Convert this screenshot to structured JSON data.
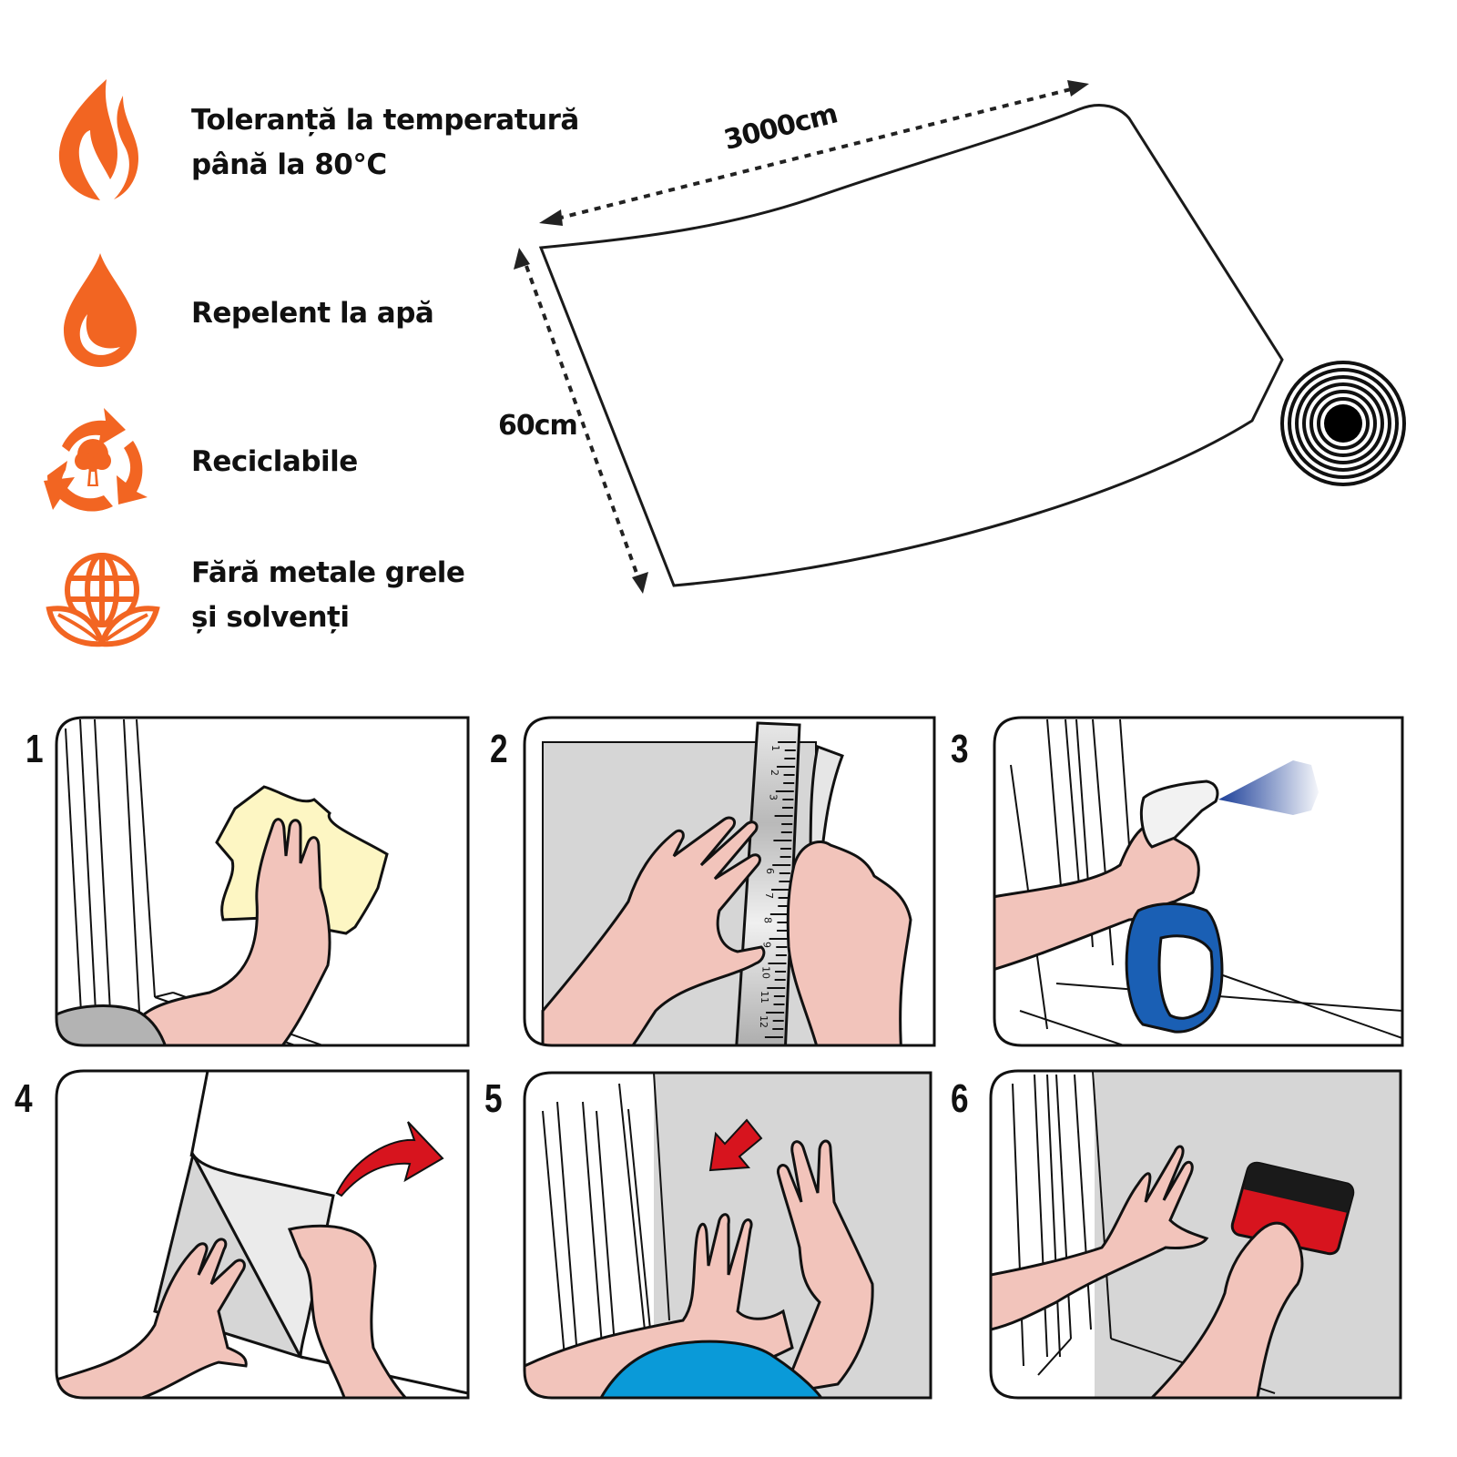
{
  "features": [
    {
      "icon": "flame-icon",
      "lines": [
        "Toleranță la temperatură",
        "până la 80°C"
      ]
    },
    {
      "icon": "water-drop-icon",
      "lines": [
        "Repelent la apă"
      ]
    },
    {
      "icon": "recycle-tree-icon",
      "lines": [
        "Reciclabile"
      ]
    },
    {
      "icon": "globe-leaves-icon",
      "lines": [
        "Fără metale grele",
        "și solvenți"
      ]
    }
  ],
  "roll": {
    "length_label": "3000cm",
    "width_label": "60cm"
  },
  "steps": [
    {
      "number": "1",
      "action": "wipe-surface-with-cloth"
    },
    {
      "number": "2",
      "action": "measure-and-cut-with-ruler",
      "ruler_ticks": [
        "1",
        "2",
        "3",
        "6",
        "7",
        "8",
        "9",
        "10",
        "11",
        "12"
      ]
    },
    {
      "number": "3",
      "action": "spray-water-on-window"
    },
    {
      "number": "4",
      "action": "peel-backing"
    },
    {
      "number": "5",
      "action": "apply-film-to-glass"
    },
    {
      "number": "6",
      "action": "smooth-with-squeegee"
    }
  ],
  "colors": {
    "accent_orange": "#f26522",
    "skin": "#f2c4bb",
    "cloth_yellow": "#fdf6c3",
    "film_gray": "#d6d6d6",
    "arrow_red": "#d7141e",
    "bottle_blue": "#1a5fb4",
    "sleeve_blue": "#0a9ad8"
  }
}
